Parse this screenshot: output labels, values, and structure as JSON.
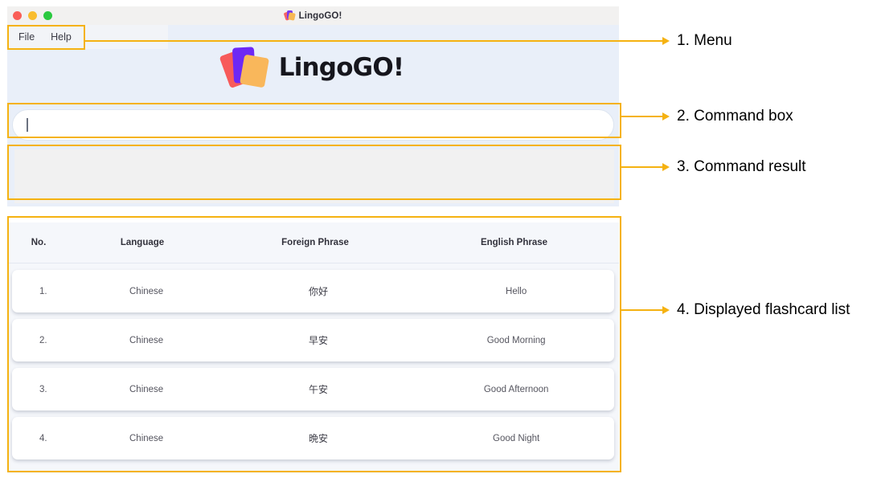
{
  "window": {
    "title": "LingoGO!",
    "logo_icon": "lingogo-cards-icon",
    "traffic_lights": [
      {
        "name": "close-button",
        "color": "#fa5e57"
      },
      {
        "name": "minimize-button",
        "color": "#f9bd2e"
      },
      {
        "name": "maximize-button",
        "color": "#2bc940"
      }
    ]
  },
  "menu": {
    "items": [
      {
        "label": "File"
      },
      {
        "label": "Help"
      }
    ]
  },
  "brand": {
    "text": "LingoGO!",
    "logo_icon": "flashcard-stack-icon",
    "colors": {
      "card_red": "#f75a5a",
      "card_purple": "#6d28f5",
      "card_orange": "#f9b75b"
    }
  },
  "command_box": {
    "value": "",
    "placeholder": "",
    "caret_visible": true
  },
  "command_result": {
    "text": ""
  },
  "flashcard_list": {
    "columns": [
      "No.",
      "Language",
      "Foreign Phrase",
      "English Phrase"
    ],
    "rows": [
      {
        "no": "1.",
        "language": "Chinese",
        "foreign": "你好",
        "english": "Hello"
      },
      {
        "no": "2.",
        "language": "Chinese",
        "foreign": "早安",
        "english": "Good Morning"
      },
      {
        "no": "3.",
        "language": "Chinese",
        "foreign": "午安",
        "english": "Good Afternoon"
      },
      {
        "no": "4.",
        "language": "Chinese",
        "foreign": "晩安",
        "english": "Good Night"
      }
    ]
  },
  "annotations": {
    "accent_color": "#f5b211",
    "items": [
      {
        "label": "1. Menu"
      },
      {
        "label": "2. Command box"
      },
      {
        "label": "3. Command result"
      },
      {
        "label": "4. Displayed flashcard list"
      }
    ]
  }
}
